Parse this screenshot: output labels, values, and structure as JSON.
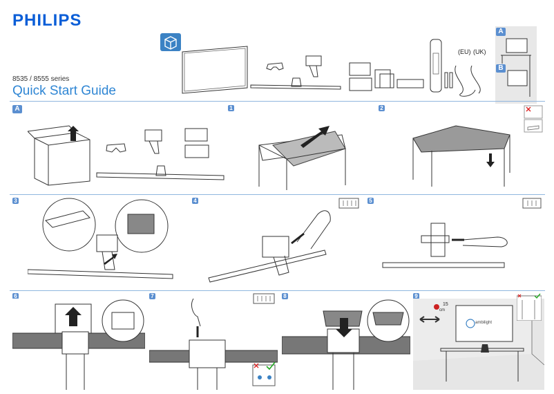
{
  "brand": "PHILIPS",
  "series": "8535 / 8555 series",
  "title": "Quick Start Guide",
  "plug_labels": {
    "eu": "(EU)",
    "uk": "(UK)"
  },
  "options": [
    {
      "label": "A"
    },
    {
      "label": "B"
    }
  ],
  "steps": [
    {
      "label": "A"
    },
    {
      "label": "1"
    },
    {
      "label": "2"
    },
    {
      "label": "3"
    },
    {
      "label": "4"
    },
    {
      "label": "5"
    },
    {
      "label": "6"
    },
    {
      "label": "7"
    },
    {
      "label": "8"
    },
    {
      "label": "9"
    }
  ],
  "step9": {
    "distance_value": "15",
    "distance_unit": "cm",
    "screen_text": "ambilight"
  },
  "colors": {
    "brand": "#0b5ed7",
    "accent": "#5b8fd0",
    "title": "#2f86d4"
  }
}
